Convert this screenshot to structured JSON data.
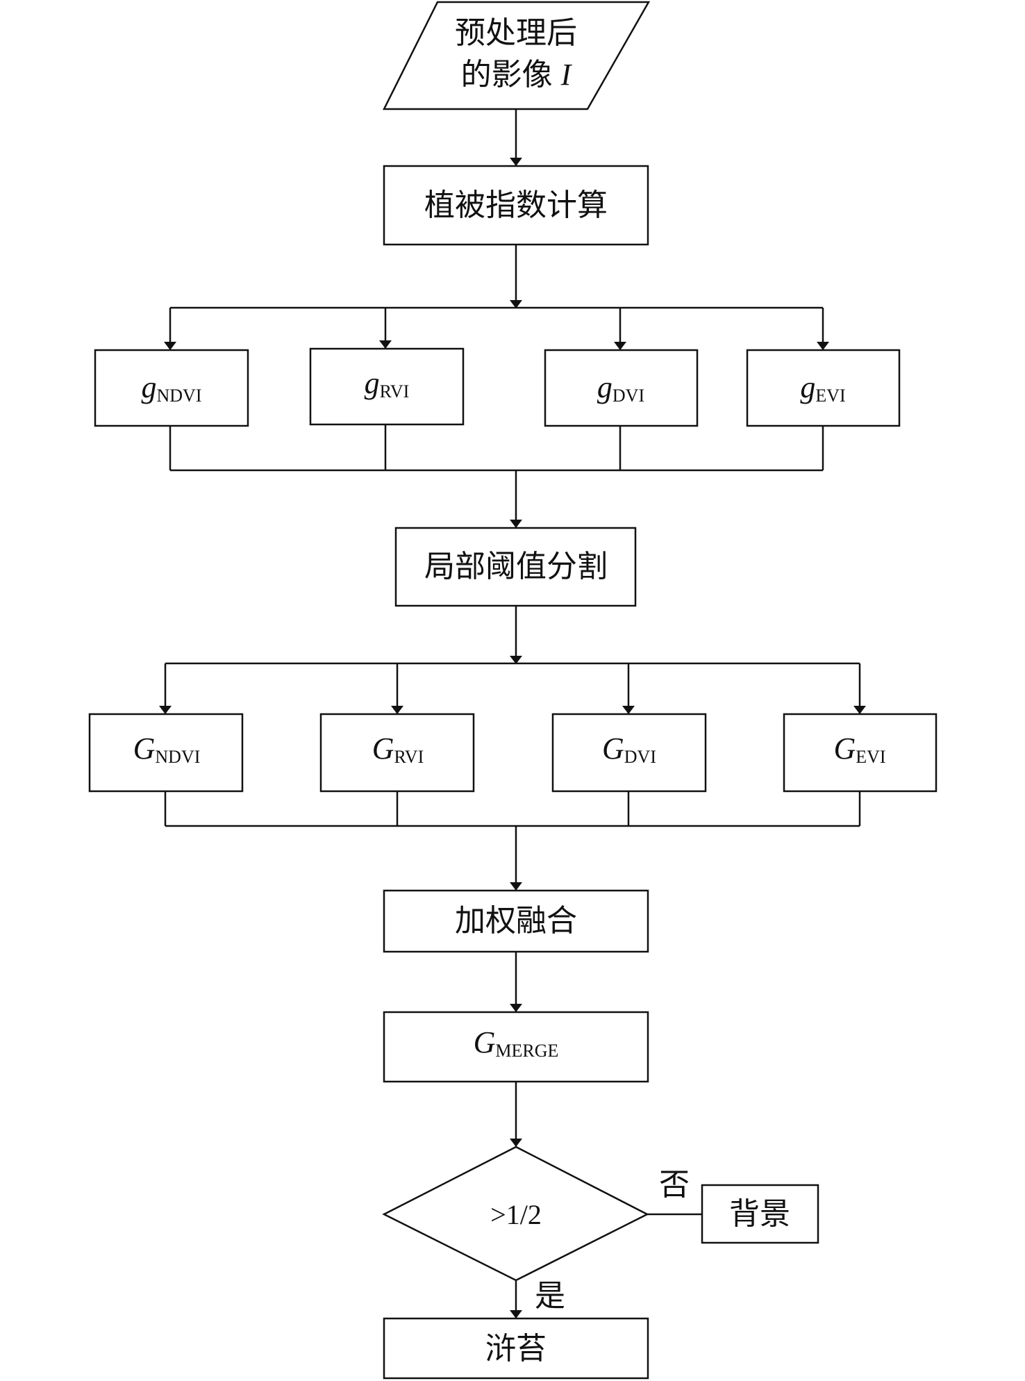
{
  "input": {
    "line1": "预处理后",
    "line2": "的影像",
    "symbol": "I"
  },
  "step_index_calc": "植被指数计算",
  "g_nodes": [
    {
      "main": "g",
      "sub": "NDVI"
    },
    {
      "main": "g",
      "sub": "RVI"
    },
    {
      "main": "g",
      "sub": "DVI"
    },
    {
      "main": "g",
      "sub": "EVI"
    }
  ],
  "step_threshold": "局部阈值分割",
  "G_nodes": [
    {
      "main": "G",
      "sub": "NDVI"
    },
    {
      "main": "G",
      "sub": "RVI"
    },
    {
      "main": "G",
      "sub": "DVI"
    },
    {
      "main": "G",
      "sub": "EVI"
    }
  ],
  "step_fusion": "加权融合",
  "merge": {
    "main": "G",
    "sub": "MERGE"
  },
  "decision": {
    "condition": ">1/2",
    "no_label": "否",
    "yes_label": "是"
  },
  "background": "背景",
  "result": "浒苔"
}
